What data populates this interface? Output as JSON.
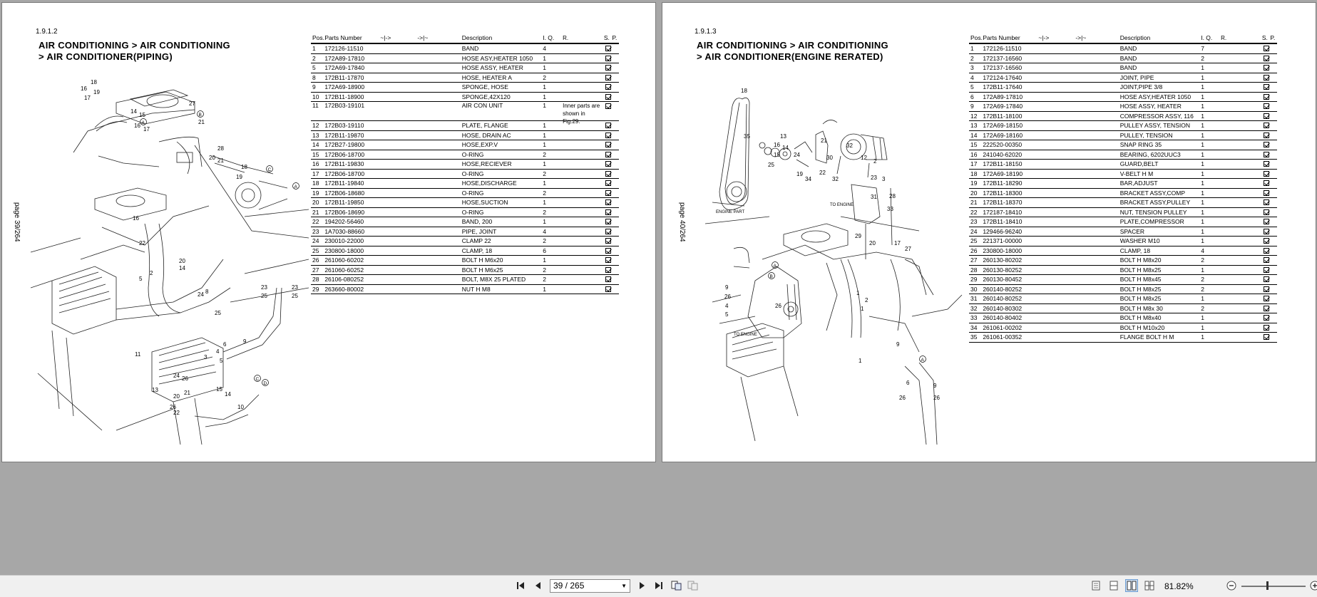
{
  "left": {
    "section": "1.9.1.2",
    "title_line1": "AIR CONDITIONING > AIR CONDITIONING",
    "title_line2": "> AIR CONDITIONER(PIPING)",
    "page_label": "page 39/264",
    "headers": {
      "pos": "Pos.",
      "pn": "Parts Number",
      "a1": "~|->",
      "a2": "->|~",
      "desc": "Description",
      "iq": "I. Q.",
      "r": "R.",
      "s": "S.",
      "p": "P."
    },
    "rows": [
      {
        "pos": "1",
        "pn": "172126-11510",
        "desc": "BAND",
        "iq": "4",
        "r": ""
      },
      {
        "pos": "2",
        "pn": "172A89-17810",
        "desc": "HOSE ASY,HEATER 1050",
        "iq": "1",
        "r": ""
      },
      {
        "pos": "5",
        "pn": "172A69-17840",
        "desc": "HOSE ASSY, HEATER",
        "iq": "1",
        "r": ""
      },
      {
        "pos": "8",
        "pn": "172B11-17870",
        "desc": "HOSE, HEATER A",
        "iq": "2",
        "r": ""
      },
      {
        "pos": "9",
        "pn": "172A69-18900",
        "desc": "SPONGE, HOSE",
        "iq": "1",
        "r": ""
      },
      {
        "pos": "10",
        "pn": "172B11-18900",
        "desc": "SPONGE,42X120",
        "iq": "1",
        "r": ""
      },
      {
        "pos": "11",
        "pn": "172B03-19101",
        "desc": "AIR CON UNIT",
        "iq": "1",
        "r": "Inner parts are shown in Fig.29.",
        "tall": true
      },
      {
        "pos": "12",
        "pn": "172B03-19110",
        "desc": "PLATE, FLANGE",
        "iq": "1",
        "r": ""
      },
      {
        "pos": "13",
        "pn": "172B11-19870",
        "desc": "HOSE, DRAIN AC",
        "iq": "1",
        "r": ""
      },
      {
        "pos": "14",
        "pn": "172B27-19800",
        "desc": "HOSE,EXP.V",
        "iq": "1",
        "r": ""
      },
      {
        "pos": "15",
        "pn": "172B06-18700",
        "desc": "O-RING",
        "iq": "2",
        "r": ""
      },
      {
        "pos": "16",
        "pn": "172B11-19830",
        "desc": "HOSE,RECIEVER",
        "iq": "1",
        "r": ""
      },
      {
        "pos": "17",
        "pn": "172B06-18700",
        "desc": "O-RING",
        "iq": "2",
        "r": ""
      },
      {
        "pos": "18",
        "pn": "172B11-19840",
        "desc": "HOSE,DISCHARGE",
        "iq": "1",
        "r": ""
      },
      {
        "pos": "19",
        "pn": "172B06-18680",
        "desc": "O-RING",
        "iq": "2",
        "r": ""
      },
      {
        "pos": "20",
        "pn": "172B11-19850",
        "desc": "HOSE,SUCTION",
        "iq": "1",
        "r": ""
      },
      {
        "pos": "21",
        "pn": "172B06-18690",
        "desc": "O-RING",
        "iq": "2",
        "r": ""
      },
      {
        "pos": "22",
        "pn": "194202-56460",
        "desc": "BAND, 200",
        "iq": "1",
        "r": ""
      },
      {
        "pos": "23",
        "pn": "1A7030-88660",
        "desc": "PIPE, JOINT",
        "iq": "4",
        "r": ""
      },
      {
        "pos": "24",
        "pn": "230010-22000",
        "desc": "CLAMP 22",
        "iq": "2",
        "r": ""
      },
      {
        "pos": "25",
        "pn": "230800-18000",
        "desc": "CLAMP, 18",
        "iq": "6",
        "r": ""
      },
      {
        "pos": "26",
        "pn": "261060-60202",
        "desc": "BOLT H M6x20",
        "iq": "1",
        "r": ""
      },
      {
        "pos": "27",
        "pn": "261060-60252",
        "desc": "BOLT H M6x25",
        "iq": "2",
        "r": ""
      },
      {
        "pos": "28",
        "pn": "26106-080252",
        "desc": "BOLT, M8X 25 PLATED",
        "iq": "2",
        "r": ""
      },
      {
        "pos": "29",
        "pn": "263660-80002",
        "desc": "NUT H M8",
        "iq": "1",
        "r": ""
      }
    ],
    "callouts": [
      "18",
      "16",
      "19",
      "17",
      "14",
      "15",
      "16",
      "17",
      "27",
      "21",
      "B",
      "A",
      "28",
      "20",
      "21",
      "18",
      "19",
      "C",
      "A",
      "22",
      "16",
      "20",
      "14",
      "2",
      "5",
      "24",
      "8",
      "25",
      "23",
      "23",
      "25",
      "25",
      "9",
      "11",
      "6",
      "4",
      "5",
      "24",
      "26",
      "3",
      "13",
      "20",
      "21",
      "22",
      "26",
      "15",
      "14",
      "10",
      "C",
      "D"
    ]
  },
  "right": {
    "section": "1.9.1.3",
    "title_line1": "AIR CONDITIONING > AIR CONDITIONING",
    "title_line2": "> AIR CONDITIONER(ENGINE RERATED)",
    "page_label": "page 40/264",
    "headers": {
      "pos": "Pos.",
      "pn": "Parts Number",
      "a1": "~|->",
      "a2": "->|~",
      "desc": "Description",
      "iq": "I. Q.",
      "r": "R.",
      "s": "S.",
      "p": "P."
    },
    "rows": [
      {
        "pos": "1",
        "pn": "172126-11510",
        "desc": "BAND",
        "iq": "7",
        "r": ""
      },
      {
        "pos": "2",
        "pn": "172137-16560",
        "desc": "BAND",
        "iq": "2",
        "r": ""
      },
      {
        "pos": "3",
        "pn": "172137-16560",
        "desc": "BAND",
        "iq": "1",
        "r": ""
      },
      {
        "pos": "4",
        "pn": "172124-17640",
        "desc": "JOINT, PIPE",
        "iq": "1",
        "r": ""
      },
      {
        "pos": "5",
        "pn": "172B11-17640",
        "desc": "JOINT,PIPE 3/8",
        "iq": "1",
        "r": ""
      },
      {
        "pos": "6",
        "pn": "172A89-17810",
        "desc": "HOSE ASY,HEATER 1050",
        "iq": "1",
        "r": ""
      },
      {
        "pos": "9",
        "pn": "172A69-17840",
        "desc": "HOSE ASSY, HEATER",
        "iq": "1",
        "r": ""
      },
      {
        "pos": "12",
        "pn": "172B11-18100",
        "desc": "COMPRESSOR ASSY, 116",
        "iq": "1",
        "r": ""
      },
      {
        "pos": "13",
        "pn": "172A69-18150",
        "desc": "PULLEY ASSY, TENSION",
        "iq": "1",
        "r": ""
      },
      {
        "pos": "14",
        "pn": "172A69-18160",
        "desc": "PULLEY, TENSION",
        "iq": "1",
        "r": ""
      },
      {
        "pos": "15",
        "pn": "222520-00350",
        "desc": "SNAP RING 35",
        "iq": "1",
        "r": ""
      },
      {
        "pos": "16",
        "pn": "241040-62020",
        "desc": "BEARING, 6202UUC3",
        "iq": "1",
        "r": ""
      },
      {
        "pos": "17",
        "pn": "172B11-18150",
        "desc": "GUARD,BELT",
        "iq": "1",
        "r": ""
      },
      {
        "pos": "18",
        "pn": "172A69-18190",
        "desc": "V-BELT H M",
        "iq": "1",
        "r": ""
      },
      {
        "pos": "19",
        "pn": "172B11-18290",
        "desc": "BAR,ADJUST",
        "iq": "1",
        "r": ""
      },
      {
        "pos": "20",
        "pn": "172B11-18300",
        "desc": "BRACKET ASSY,COMP",
        "iq": "1",
        "r": ""
      },
      {
        "pos": "21",
        "pn": "172B11-18370",
        "desc": "BRACKET ASSY,PULLEY",
        "iq": "1",
        "r": ""
      },
      {
        "pos": "22",
        "pn": "172187-18410",
        "desc": "NUT, TENSION PULLEY",
        "iq": "1",
        "r": ""
      },
      {
        "pos": "23",
        "pn": "172B11-18410",
        "desc": "PLATE,COMPRESSOR",
        "iq": "1",
        "r": ""
      },
      {
        "pos": "24",
        "pn": "129466-96240",
        "desc": "SPACER",
        "iq": "1",
        "r": ""
      },
      {
        "pos": "25",
        "pn": "221371-00000",
        "desc": "WASHER M10",
        "iq": "1",
        "r": ""
      },
      {
        "pos": "26",
        "pn": "230800-18000",
        "desc": "CLAMP, 18",
        "iq": "4",
        "r": ""
      },
      {
        "pos": "27",
        "pn": "260130-80202",
        "desc": "BOLT H M8x20",
        "iq": "2",
        "r": ""
      },
      {
        "pos": "28",
        "pn": "260130-80252",
        "desc": "BOLT H M8x25",
        "iq": "1",
        "r": ""
      },
      {
        "pos": "29",
        "pn": "260130-80452",
        "desc": "BOLT H M8x45",
        "iq": "2",
        "r": ""
      },
      {
        "pos": "30",
        "pn": "260140-80252",
        "desc": "BOLT H M8x25",
        "iq": "2",
        "r": ""
      },
      {
        "pos": "31",
        "pn": "260140-80252",
        "desc": "BOLT H M8x25",
        "iq": "1",
        "r": ""
      },
      {
        "pos": "32",
        "pn": "260140-80302",
        "desc": "BOLT H M8x 30",
        "iq": "2",
        "r": ""
      },
      {
        "pos": "33",
        "pn": "260140-80402",
        "desc": "BOLT H M8x40",
        "iq": "1",
        "r": ""
      },
      {
        "pos": "34",
        "pn": "261061-00202",
        "desc": "BOLT H M10x20",
        "iq": "1",
        "r": ""
      },
      {
        "pos": "35",
        "pn": "261061-00352",
        "desc": "FLANGE BOLT H M",
        "iq": "1",
        "r": ""
      }
    ],
    "engine_part": "ENGINE PART",
    "to_engine_1": "TO ENGINE",
    "to_engine_2": "TO ENGINE",
    "callouts": [
      "18",
      "35",
      "13",
      "25",
      "16",
      "14",
      "15",
      "24",
      "21",
      "30",
      "32",
      "12",
      "2",
      "3",
      "19",
      "34",
      "22",
      "32",
      "23",
      "31",
      "28",
      "33",
      "29",
      "20",
      "17",
      "27",
      "A",
      "B",
      "9",
      "26",
      "4",
      "5",
      "26",
      "1",
      "2",
      "1",
      "1",
      "9",
      "A",
      "6",
      "9",
      "26",
      "26"
    ]
  },
  "toolbar": {
    "page_value": "39 / 265",
    "zoom": "81.82%"
  }
}
